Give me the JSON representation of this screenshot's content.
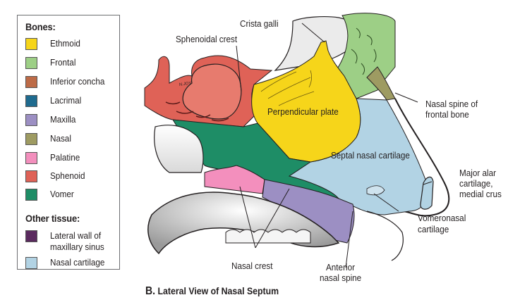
{
  "legend": {
    "bones_heading": "Bones:",
    "bones": [
      {
        "label": "Ethmoid",
        "color": "#f6d51a"
      },
      {
        "label": "Frontal",
        "color": "#9dcf86"
      },
      {
        "label": "Inferior concha",
        "color": "#bd6b47"
      },
      {
        "label": "Lacrimal",
        "color": "#1f6b8f"
      },
      {
        "label": "Maxilla",
        "color": "#9c8fc3"
      },
      {
        "label": "Nasal",
        "color": "#9e9b62"
      },
      {
        "label": "Palatine",
        "color": "#f38fbd"
      },
      {
        "label": "Sphenoid",
        "color": "#df6257"
      },
      {
        "label": "Vomer",
        "color": "#1e8d66"
      }
    ],
    "other_heading": "Other tissue:",
    "other": [
      {
        "label": "Lateral wall of maxillary sinus",
        "line1": "Lateral wall of",
        "line2": "maxillary sinus",
        "color": "#5a2a5e"
      },
      {
        "label": "Nasal cartilage",
        "color": "#b2d3e4"
      }
    ]
  },
  "labels": {
    "crista_galli": "Crista galli",
    "sphenoidal_crest": "Sphenoidal crest",
    "perpendicular_plate": "Perpendicular plate",
    "nasal_spine_frontal_1": "Nasal spine of",
    "nasal_spine_frontal_2": "frontal bone",
    "septal_nasal_cartilage": "Septal nasal cartilage",
    "major_alar_1": "Major alar",
    "major_alar_2": "cartilage,",
    "major_alar_3": "medial crus",
    "vomeronasal_1": "Vomeronasal",
    "vomeronasal_2": "cartilage",
    "nasal_crest": "Nasal crest",
    "anterior_nasal_spine_1": "Anterior",
    "anterior_nasal_spine_2": "nasal spine"
  },
  "caption": {
    "letter": "B.",
    "title": "Lateral View of Nasal Septum"
  },
  "artist_signature": "N.JOY"
}
